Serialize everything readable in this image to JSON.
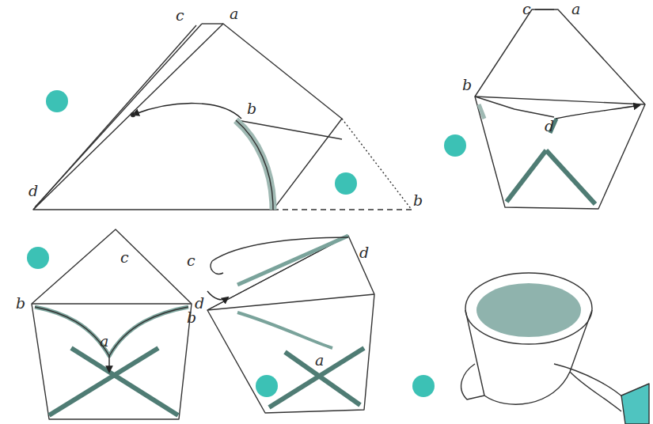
{
  "diagram": {
    "labels": [
      "c",
      "a",
      "b",
      "d",
      "b",
      "c",
      "a",
      "b",
      "d",
      "c",
      "b",
      "a",
      "d",
      "c",
      "d",
      "b",
      "a"
    ]
  }
}
